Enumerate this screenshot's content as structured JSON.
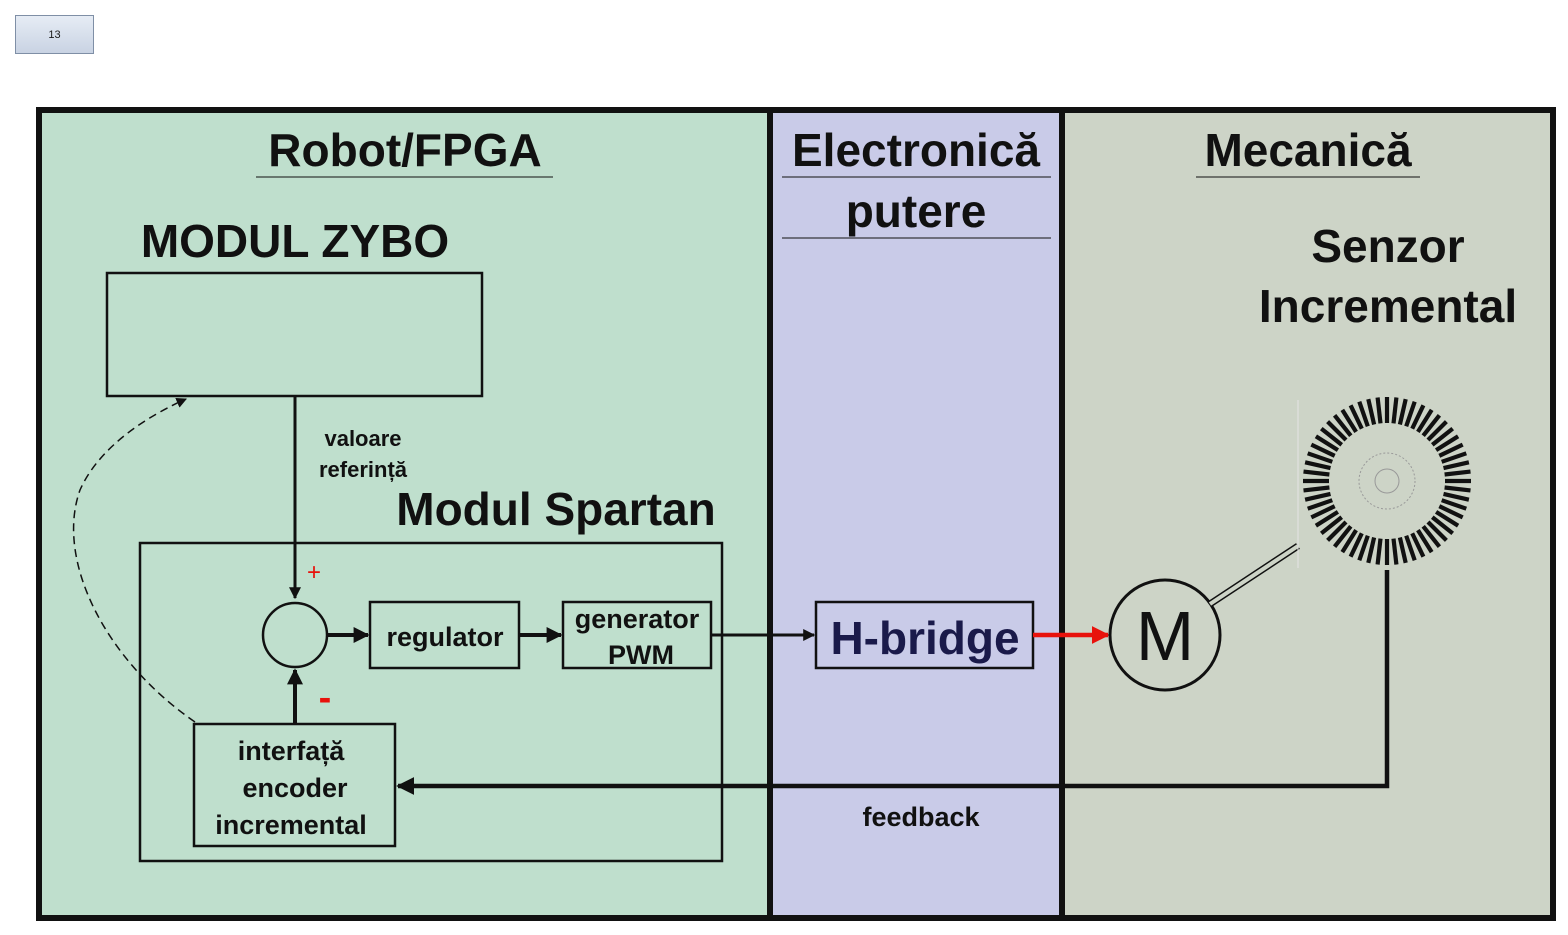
{
  "page_number": "13",
  "sections": {
    "robot": {
      "title": "Robot/FPGA",
      "color": "#bfdfcd"
    },
    "electronics": {
      "title_line1": "Electronică",
      "title_line2": "putere",
      "color": "#c9cbe8"
    },
    "mechanics": {
      "title": "Mecanică",
      "color": "#cdd4c7"
    }
  },
  "zybo": {
    "label": "MODUL ZYBO"
  },
  "spartan": {
    "label": "Modul Spartan"
  },
  "reference": {
    "line1": "valoare",
    "line2": "referință"
  },
  "summing": {
    "plus": "+",
    "minus": "-"
  },
  "regulator": {
    "label": "regulator"
  },
  "pwm": {
    "line1": "generator",
    "line2": "PWM"
  },
  "encoder_if": {
    "line1": "interfață",
    "line2": "encoder",
    "line3": "incremental"
  },
  "hbridge": {
    "label": "H-bridge"
  },
  "motor": {
    "label": "M"
  },
  "sensor": {
    "line1": "Senzor",
    "line2": "Incremental"
  },
  "feedback": {
    "label": "feedback"
  },
  "colors": {
    "accent_red": "#e8120c",
    "line": "#111111"
  }
}
